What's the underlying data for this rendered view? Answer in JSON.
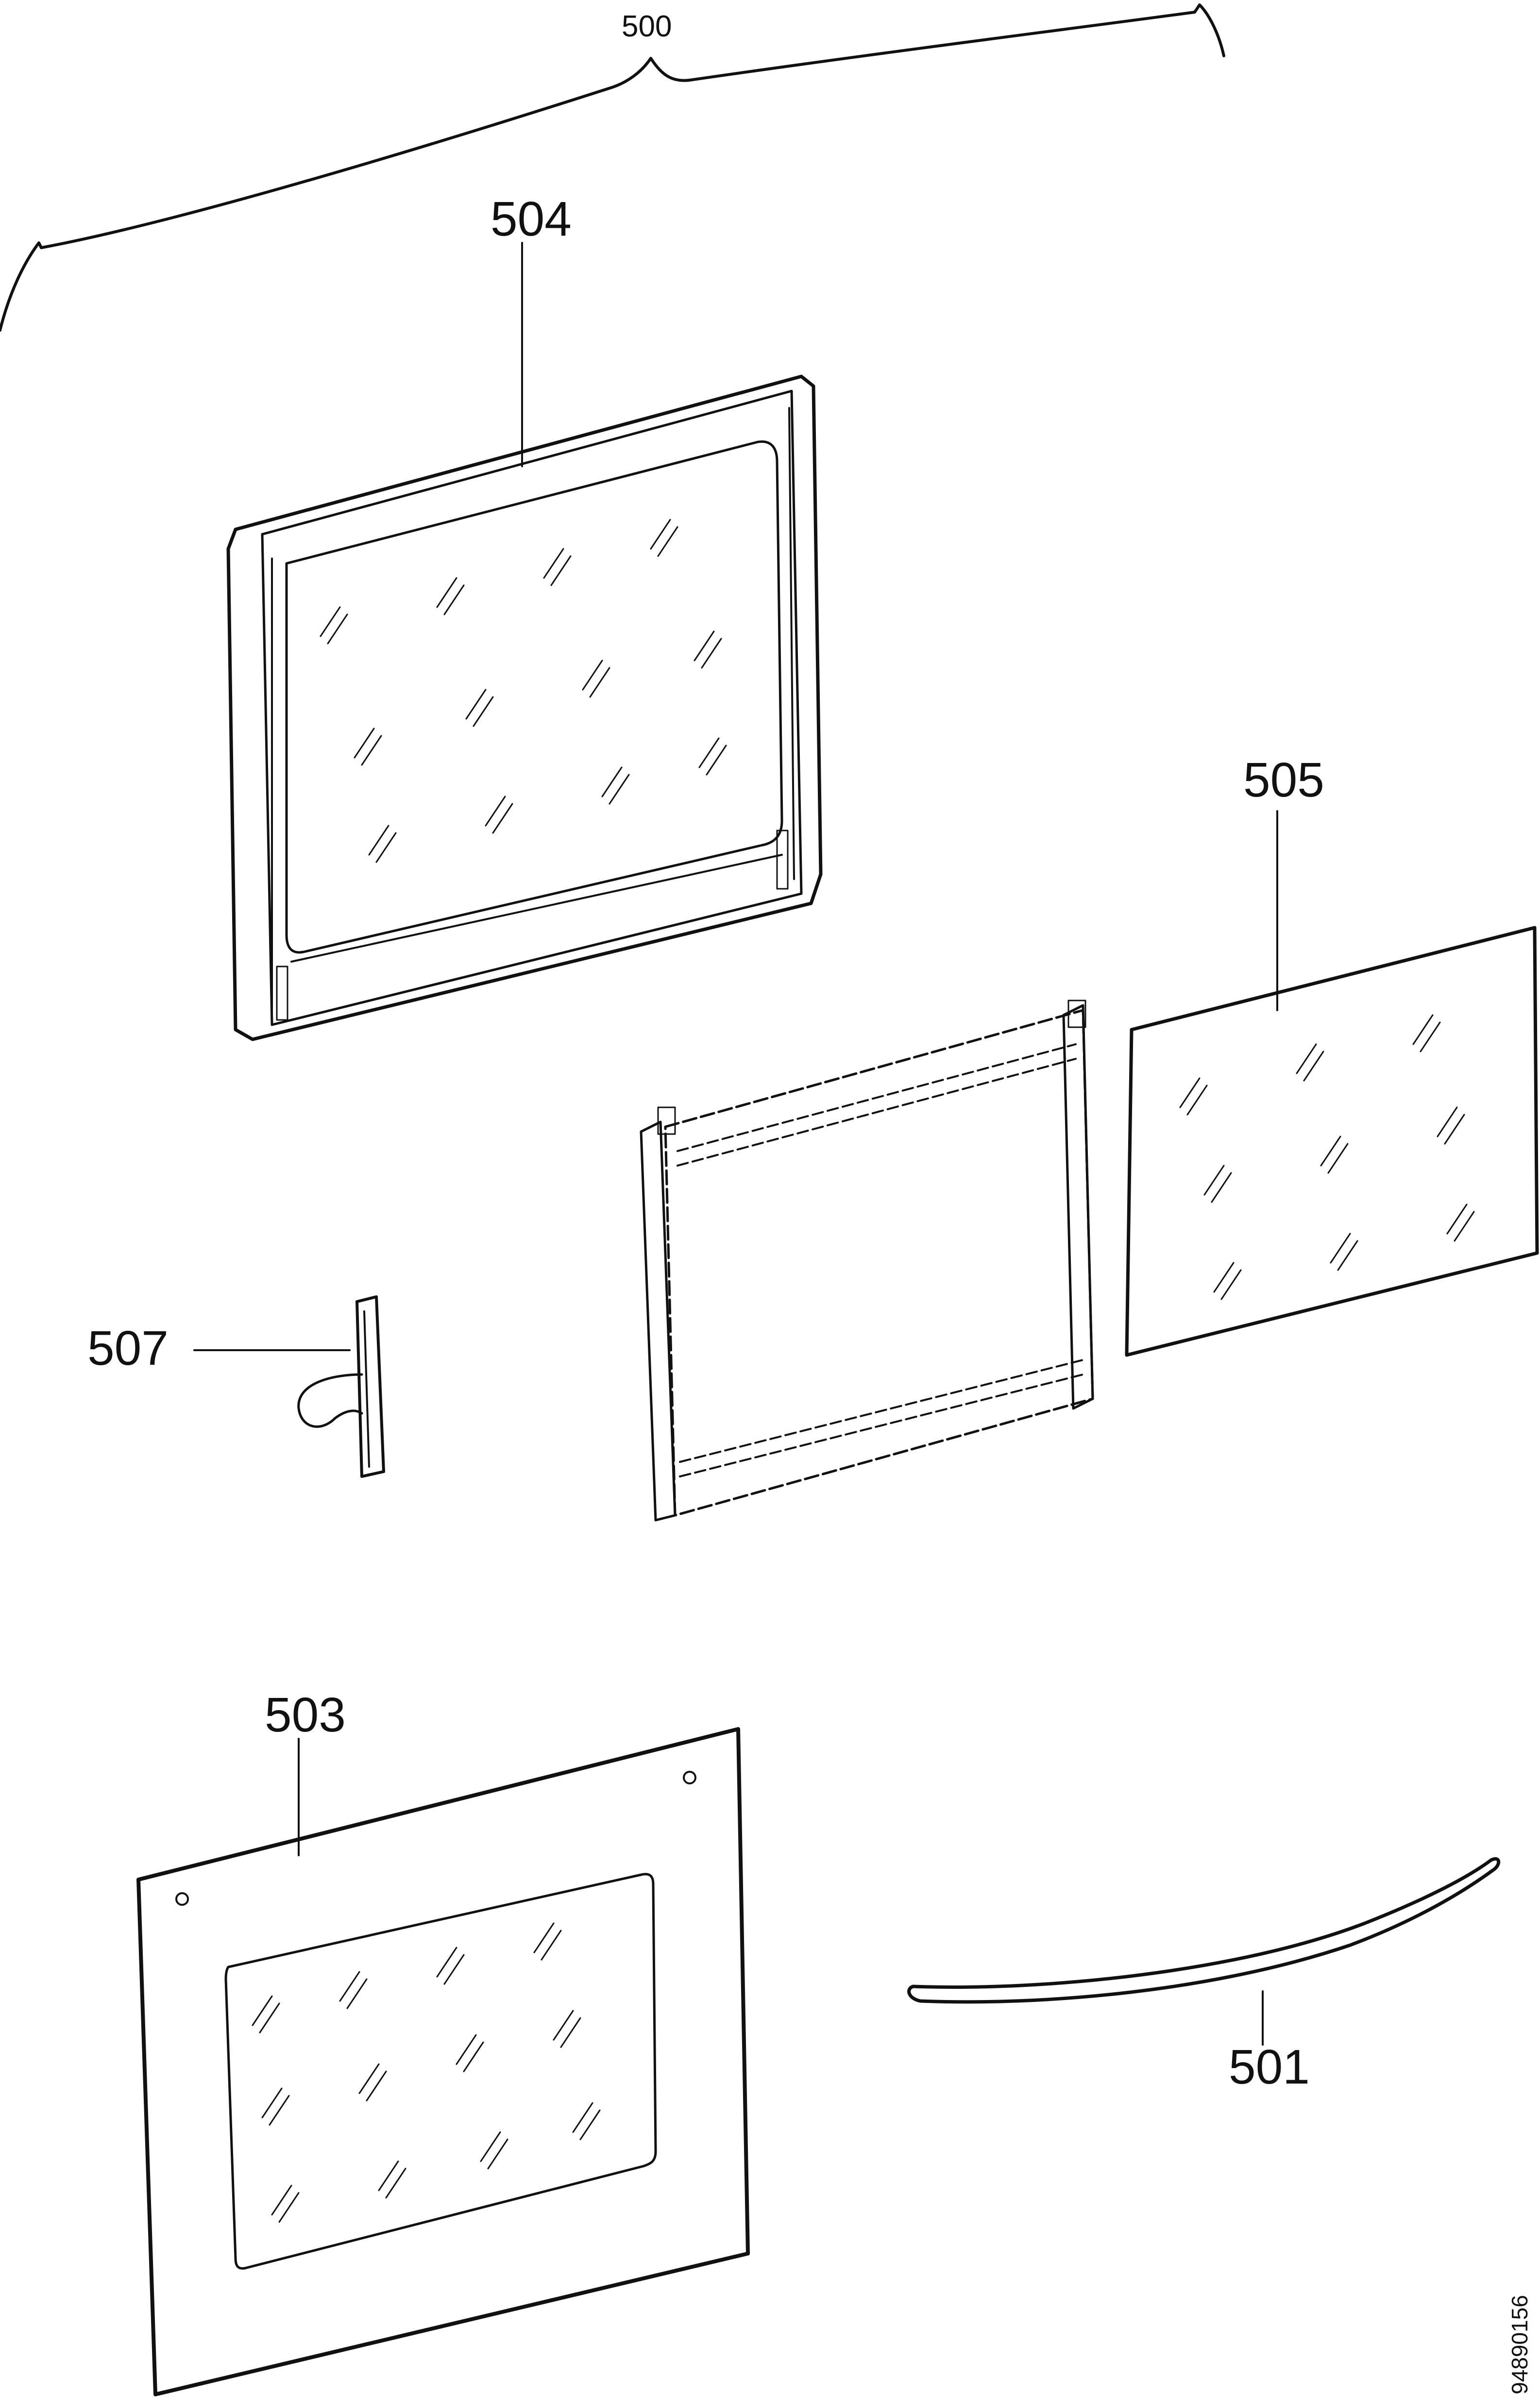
{
  "labels": {
    "assembly": "500",
    "handle": "501",
    "outer_panel": "503",
    "inner_panel": "504",
    "glass": "505",
    "hinge": "507"
  },
  "doc_id": "94890156",
  "colors": {
    "ink": "#111111",
    "background": "#ffffff"
  }
}
